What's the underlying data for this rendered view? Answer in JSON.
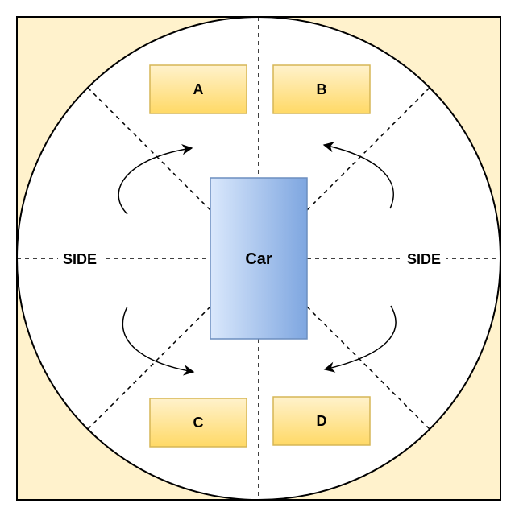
{
  "boxes": {
    "a": "A",
    "b": "B",
    "c": "C",
    "d": "D"
  },
  "car": {
    "label": "Car"
  },
  "side_labels": {
    "left": "SIDE",
    "right": "SIDE"
  },
  "colors": {
    "background": "#fff2cc",
    "circle_fill": "#ffffff",
    "box_fill_top": "#fff2cc",
    "box_fill_bottom": "#ffd966",
    "box_stroke": "#d6b656",
    "car_fill_left": "#dae8fc",
    "car_fill_right": "#7ea6e0",
    "car_stroke": "#6c8ebf",
    "line": "#000000"
  }
}
